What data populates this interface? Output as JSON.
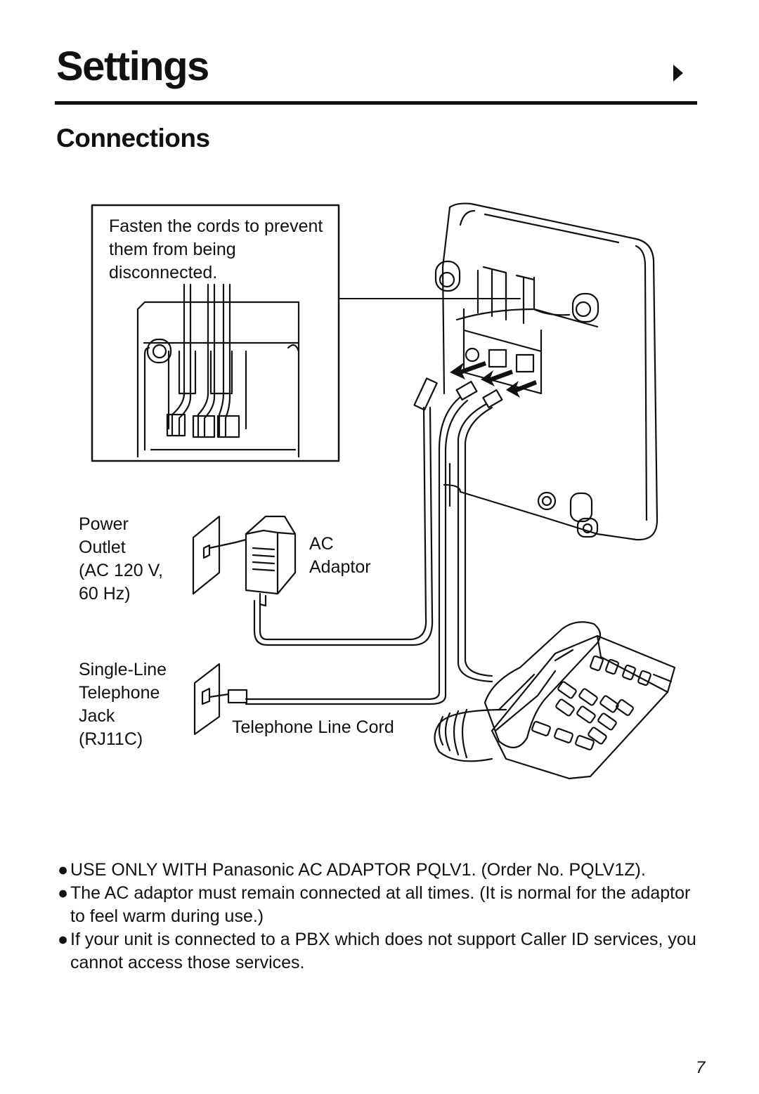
{
  "header": {
    "title": "Settings",
    "section": "Connections"
  },
  "diagram": {
    "callout": "Fasten the cords to prevent them from being disconnected.",
    "power_outlet": [
      "Power",
      "Outlet",
      "(AC 120 V,",
      "60 Hz)"
    ],
    "ac_adaptor": [
      "AC",
      "Adaptor"
    ],
    "telephone_jack": [
      "Single-Line",
      "Telephone",
      "Jack",
      "(RJ11C)"
    ],
    "line_cord": "Telephone Line Cord"
  },
  "notes": {
    "bullet": "●",
    "items": [
      "USE ONLY WITH Panasonic AC ADAPTOR PQLV1. (Order No. PQLV1Z).",
      "The AC adaptor must remain connected at all times. (It is normal for the adaptor to feel warm during use.)",
      "If your unit is connected to a PBX which does not support Caller ID services, you cannot access those services."
    ]
  },
  "footer": {
    "page_number": "7"
  }
}
